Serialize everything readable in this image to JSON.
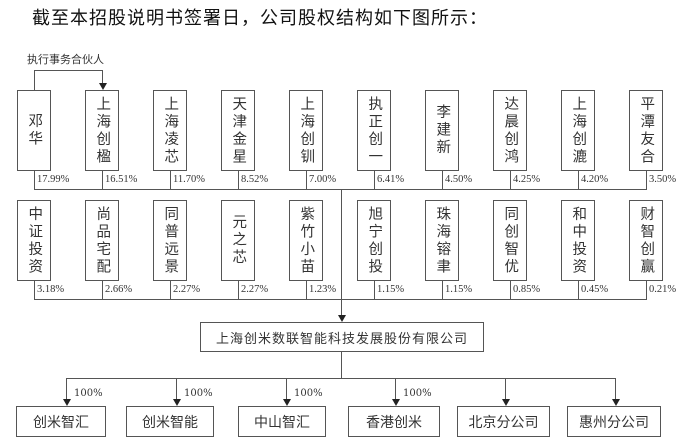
{
  "title": "截至本招股说明书签署日，公司股权结构如下图所示：",
  "gp_relation": {
    "label": "执行事务合伙人",
    "from": "邓华",
    "to": "上海创楹"
  },
  "shareholders_row1": [
    {
      "name": "邓华",
      "pct": "17.99%"
    },
    {
      "name": "上海创楹",
      "pct": "16.51%"
    },
    {
      "name": "上海凌芯",
      "pct": "11.70%"
    },
    {
      "name": "天津金星",
      "pct": "8.52%"
    },
    {
      "name": "上海创钏",
      "pct": "7.00%"
    },
    {
      "name": "执正创一",
      "pct": "6.41%"
    },
    {
      "name": "李建新",
      "pct": "4.50%"
    },
    {
      "name": "达晨创鸿",
      "pct": "4.25%"
    },
    {
      "name": "上海创漉",
      "pct": "4.20%"
    },
    {
      "name": "平潭友合",
      "pct": "3.50%"
    }
  ],
  "shareholders_row2": [
    {
      "name": "中证投资",
      "pct": "3.18%"
    },
    {
      "name": "尚品宅配",
      "pct": "2.66%"
    },
    {
      "name": "同普远景",
      "pct": "2.27%"
    },
    {
      "name": "元之芯",
      "pct": "2.27%"
    },
    {
      "name": "紫竹小苗",
      "pct": "1.23%"
    },
    {
      "name": "旭宁创投",
      "pct": "1.15%"
    },
    {
      "name": "珠海镕聿",
      "pct": "1.15%"
    },
    {
      "name": "同创智优",
      "pct": "0.85%"
    },
    {
      "name": "和中投资",
      "pct": "0.45%"
    },
    {
      "name": "财智创赢",
      "pct": "0.21%"
    }
  ],
  "company": "上海创米数联智能科技发展股份有限公司",
  "subsidiaries": [
    {
      "name": "创米智汇",
      "pct": "100%"
    },
    {
      "name": "创米智能",
      "pct": "100%"
    },
    {
      "name": "中山智汇",
      "pct": "100%"
    },
    {
      "name": "香港创米",
      "pct": "100%"
    },
    {
      "name": "北京分公司",
      "pct": ""
    },
    {
      "name": "惠州分公司",
      "pct": ""
    }
  ]
}
